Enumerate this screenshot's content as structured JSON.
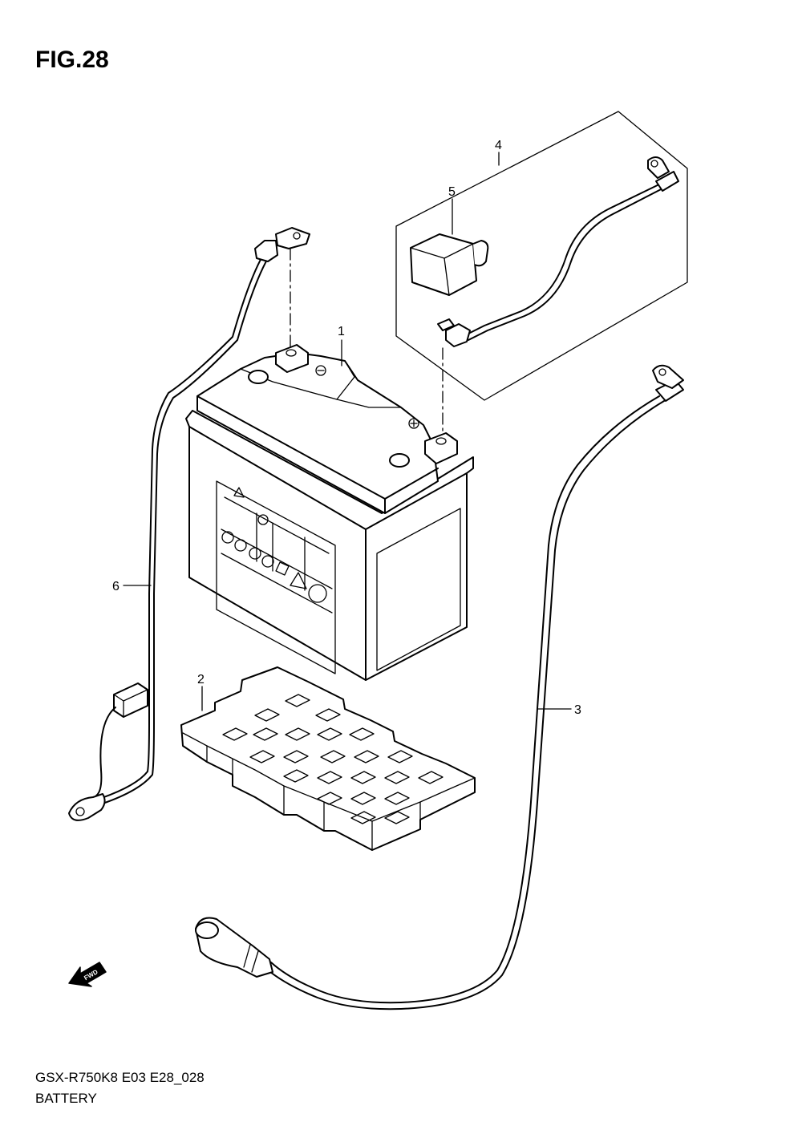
{
  "figure": {
    "title": "FIG.28",
    "code": "GSX-R750K8 E03 E28_028",
    "name": "BATTERY"
  },
  "callouts": [
    {
      "id": "battery",
      "label": "1"
    },
    {
      "id": "battery-tray",
      "label": "2"
    },
    {
      "id": "negative-lead",
      "label": "3"
    },
    {
      "id": "positive-lead-set",
      "label": "4"
    },
    {
      "id": "terminal-cover",
      "label": "5"
    },
    {
      "id": "ground-lead",
      "label": "6"
    }
  ],
  "fwd_label": "FWD",
  "icons": [
    "fwd-arrow-icon",
    "recycle-icon",
    "warning-triangle-icon"
  ]
}
